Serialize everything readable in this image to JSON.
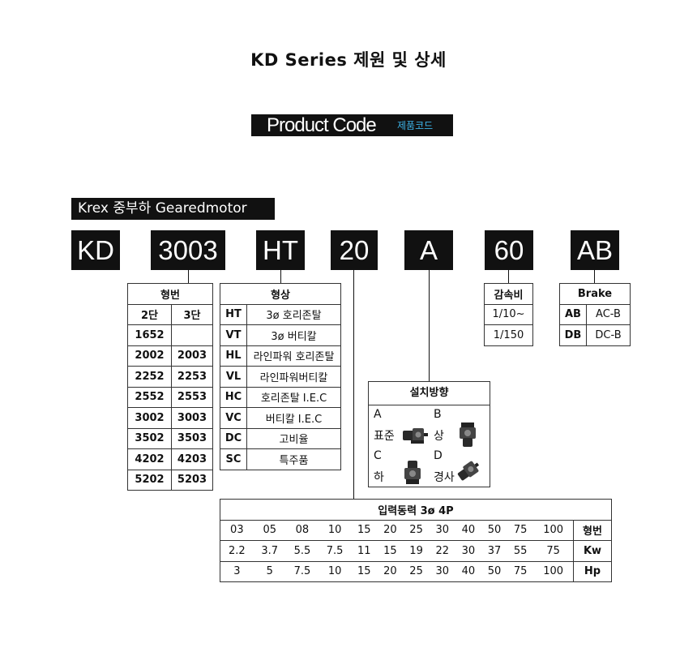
{
  "title": "KD Series 제원 및 상세",
  "product_code": {
    "label": "Product Code",
    "sub": "제품코드"
  },
  "brand_label": "Krex 중부하 Gearedmotor",
  "codes": [
    "KD",
    "3003",
    "HT",
    "20",
    "A",
    "60",
    "AB"
  ],
  "model_table": {
    "title": "형번",
    "headers": [
      "2단",
      "3단"
    ],
    "rows": [
      [
        "1652",
        ""
      ],
      [
        "2002",
        "2003"
      ],
      [
        "2252",
        "2253"
      ],
      [
        "2552",
        "2553"
      ],
      [
        "3002",
        "3003"
      ],
      [
        "3502",
        "3503"
      ],
      [
        "4202",
        "4203"
      ],
      [
        "5202",
        "5203"
      ]
    ]
  },
  "shape_table": {
    "title": "형상",
    "rows": [
      [
        "HT",
        "3ø 호리존탈"
      ],
      [
        "VT",
        "3ø 버티칼"
      ],
      [
        "HL",
        "라인파워 호리존탈"
      ],
      [
        "VL",
        "라인파워버티칼"
      ],
      [
        "HC",
        "호리존탈 I.E.C"
      ],
      [
        "VC",
        "버티칼 I.E.C"
      ],
      [
        "DC",
        "고비율"
      ],
      [
        "SC",
        "특주품"
      ]
    ]
  },
  "ratio_table": {
    "title": "감속비",
    "rows": [
      "1/10~",
      "1/150"
    ]
  },
  "brake_table": {
    "title": "Brake",
    "rows": [
      [
        "AB",
        "AC-B"
      ],
      [
        "DB",
        "DC-B"
      ]
    ]
  },
  "mounting": {
    "title": "설치방향",
    "items": [
      {
        "code": "A",
        "label": "표준"
      },
      {
        "code": "B",
        "label": "상"
      },
      {
        "code": "C",
        "label": "하"
      },
      {
        "code": "D",
        "label": "경사"
      }
    ]
  },
  "power_table": {
    "title": "입력동력 3ø 4P",
    "rows": [
      {
        "label": "형번",
        "values": [
          "03",
          "05",
          "08",
          "10",
          "15",
          "20",
          "25",
          "30",
          "40",
          "50",
          "75",
          "100"
        ]
      },
      {
        "label": "Kw",
        "values": [
          "2.2",
          "3.7",
          "5.5",
          "7.5",
          "11",
          "15",
          "19",
          "22",
          "30",
          "37",
          "55",
          "75"
        ]
      },
      {
        "label": "Hp",
        "values": [
          "3",
          "5",
          "7.5",
          "10",
          "15",
          "20",
          "25",
          "30",
          "40",
          "50",
          "75",
          "100"
        ]
      }
    ]
  }
}
